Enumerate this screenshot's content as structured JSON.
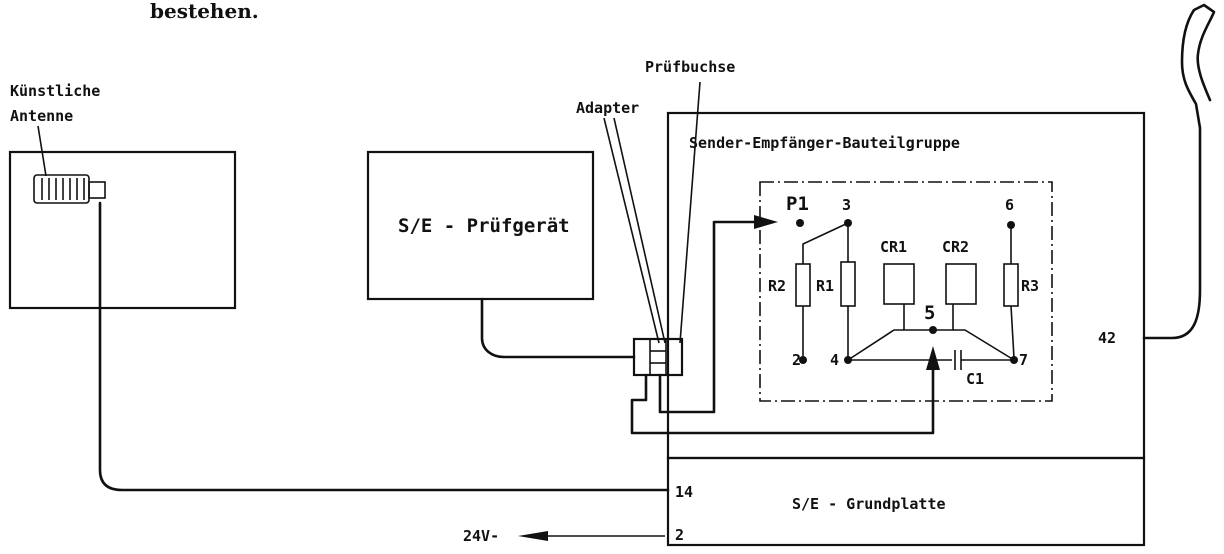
{
  "header_text": "bestehen.",
  "labels": {
    "kuenstliche_antenne_1": "Künstliche",
    "kuenstliche_antenne_2": "Antenne",
    "pruefbuchse": "Prüfbuchse",
    "adapter": "Adapter",
    "sender_empfaenger": "Sender-Empfänger-Bauteilgruppe",
    "se_pruefgeraet": "S/E - Prüfgerät",
    "se_grundplatte": "S/E - Grundplatte",
    "supply": "24V-"
  },
  "pins": {
    "p1": "P1",
    "pin3": "3",
    "pin6": "6",
    "pin2": "2",
    "pin4": "4",
    "pin5": "5",
    "pin7": "7",
    "pin42": "42",
    "pin14": "14",
    "pin2b": "2"
  },
  "components": {
    "r1": "R1",
    "r2": "R2",
    "r3": "R3",
    "cr1": "CR1",
    "cr2": "CR2",
    "c1": "C1"
  }
}
